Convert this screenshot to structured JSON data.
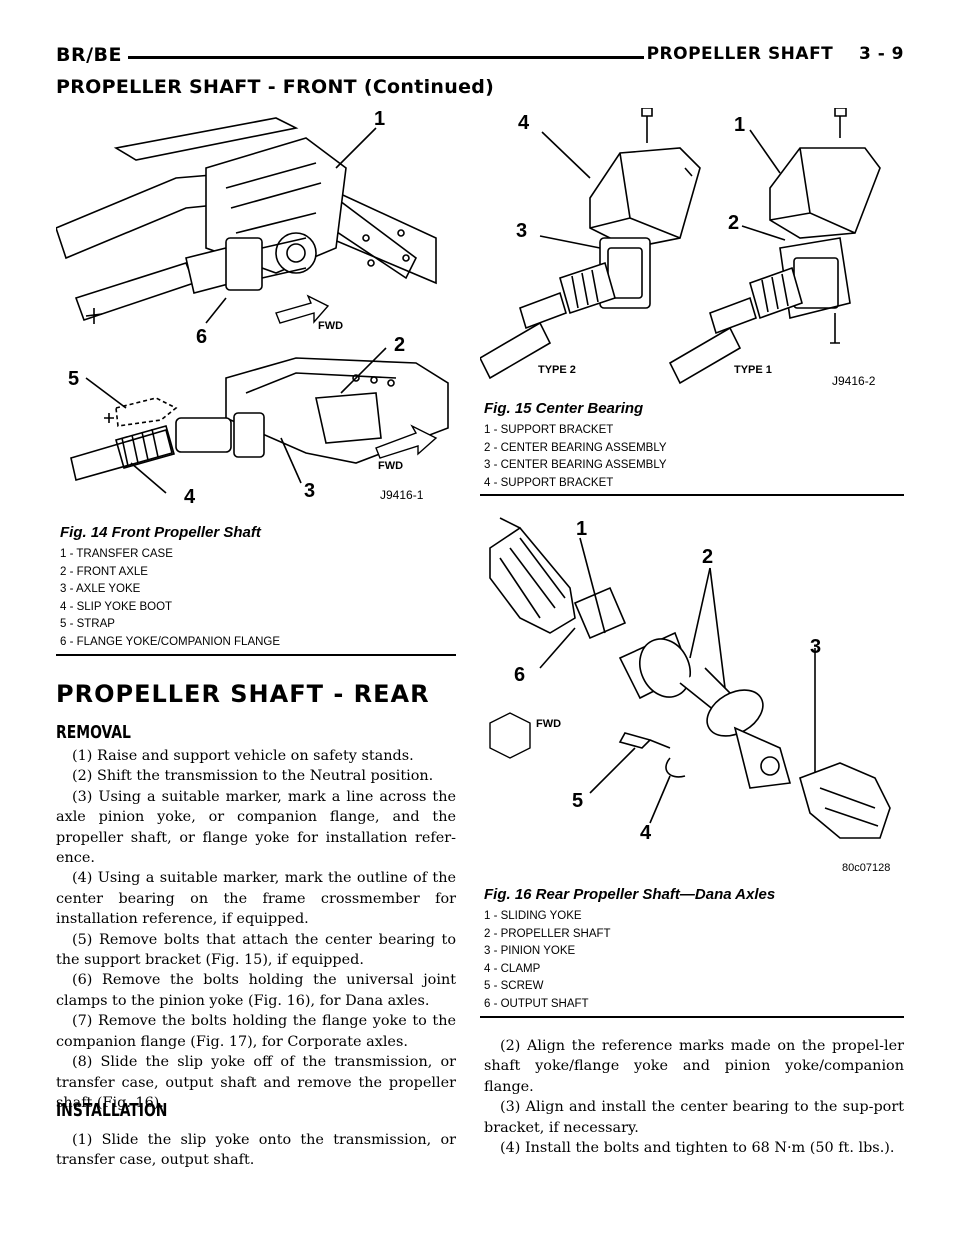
{
  "header": {
    "left": "BR/BE",
    "right": "PROPELLER SHAFT    3 - 9",
    "continued": "PROPELLER SHAFT - FRONT (Continued)"
  },
  "fig14": {
    "callouts": [
      "1",
      "2",
      "3",
      "4",
      "5",
      "6"
    ],
    "fwd_upper": "FWD",
    "fwd_lower": "FWD",
    "code": "J9416-1",
    "caption": "Fig. 14 Front Propeller Shaft",
    "legend": [
      "1 - TRANSFER CASE",
      "2 - FRONT AXLE",
      "3 - AXLE YOKE",
      "4 - SLIP YOKE BOOT",
      "5 - STRAP",
      "6 - FLANGE YOKE/COMPANION FLANGE"
    ]
  },
  "fig15": {
    "callouts": [
      "4",
      "3",
      "1",
      "2"
    ],
    "type2": "TYPE 2",
    "type1": "TYPE 1",
    "code": "J9416-2",
    "caption": "Fig. 15 Center Bearing",
    "legend": [
      "1 - SUPPORT BRACKET",
      "2 - CENTER BEARING ASSEMBLY",
      "3 - CENTER BEARING ASSEMBLY",
      "4 - SUPPORT BRACKET"
    ]
  },
  "fig16": {
    "callouts": [
      "1",
      "2",
      "3",
      "6",
      "5",
      "4"
    ],
    "fwd": "FWD",
    "code": "80c07128",
    "caption": "Fig. 16 Rear Propeller Shaft—Dana Axles",
    "legend": [
      "1 - SLIDING YOKE",
      "2 - PROPELLER SHAFT",
      "3 - PINION YOKE",
      "4 - CLAMP",
      "5 - SCREW",
      "6 - OUTPUT SHAFT"
    ]
  },
  "rear": {
    "title": "PROPELLER SHAFT - REAR",
    "removal_heading": "REMOVAL",
    "removal_steps": [
      "(1) Raise and support vehicle on safety stands.",
      "(2) Shift the transmission to the Neutral position.",
      "(3) Using a suitable marker, mark a line across the axle pinion yoke, or companion flange, and the propeller shaft, or flange yoke for installation refer-ence.",
      "(4) Using a suitable marker, mark the outline of the center bearing on the frame crossmember for installation reference, if equipped.",
      "(5) Remove bolts that attach the center bearing to the support bracket (Fig. 15), if equipped.",
      "(6) Remove the bolts holding the universal joint clamps to the pinion yoke (Fig. 16), for Dana axles.",
      "(7) Remove the bolts holding the flange yoke to the companion flange (Fig. 17), for Corporate axles.",
      "(8) Slide the slip yoke off of the transmission, or transfer case, output shaft and remove the propeller shaft (Fig. 16)."
    ],
    "installation_heading": "INSTALLATION",
    "installation_steps_left": [
      "(1) Slide the slip yoke onto the transmission, or transfer case, output shaft."
    ],
    "installation_steps_right": [
      "(2) Align the reference marks made on the propel-ler shaft yoke/flange yoke and pinion yoke/companion flange.",
      "(3) Align and install the center bearing to the sup-port bracket, if necessary.",
      "(4) Install the bolts and tighten to 68 N·m (50 ft. lbs.)."
    ]
  }
}
